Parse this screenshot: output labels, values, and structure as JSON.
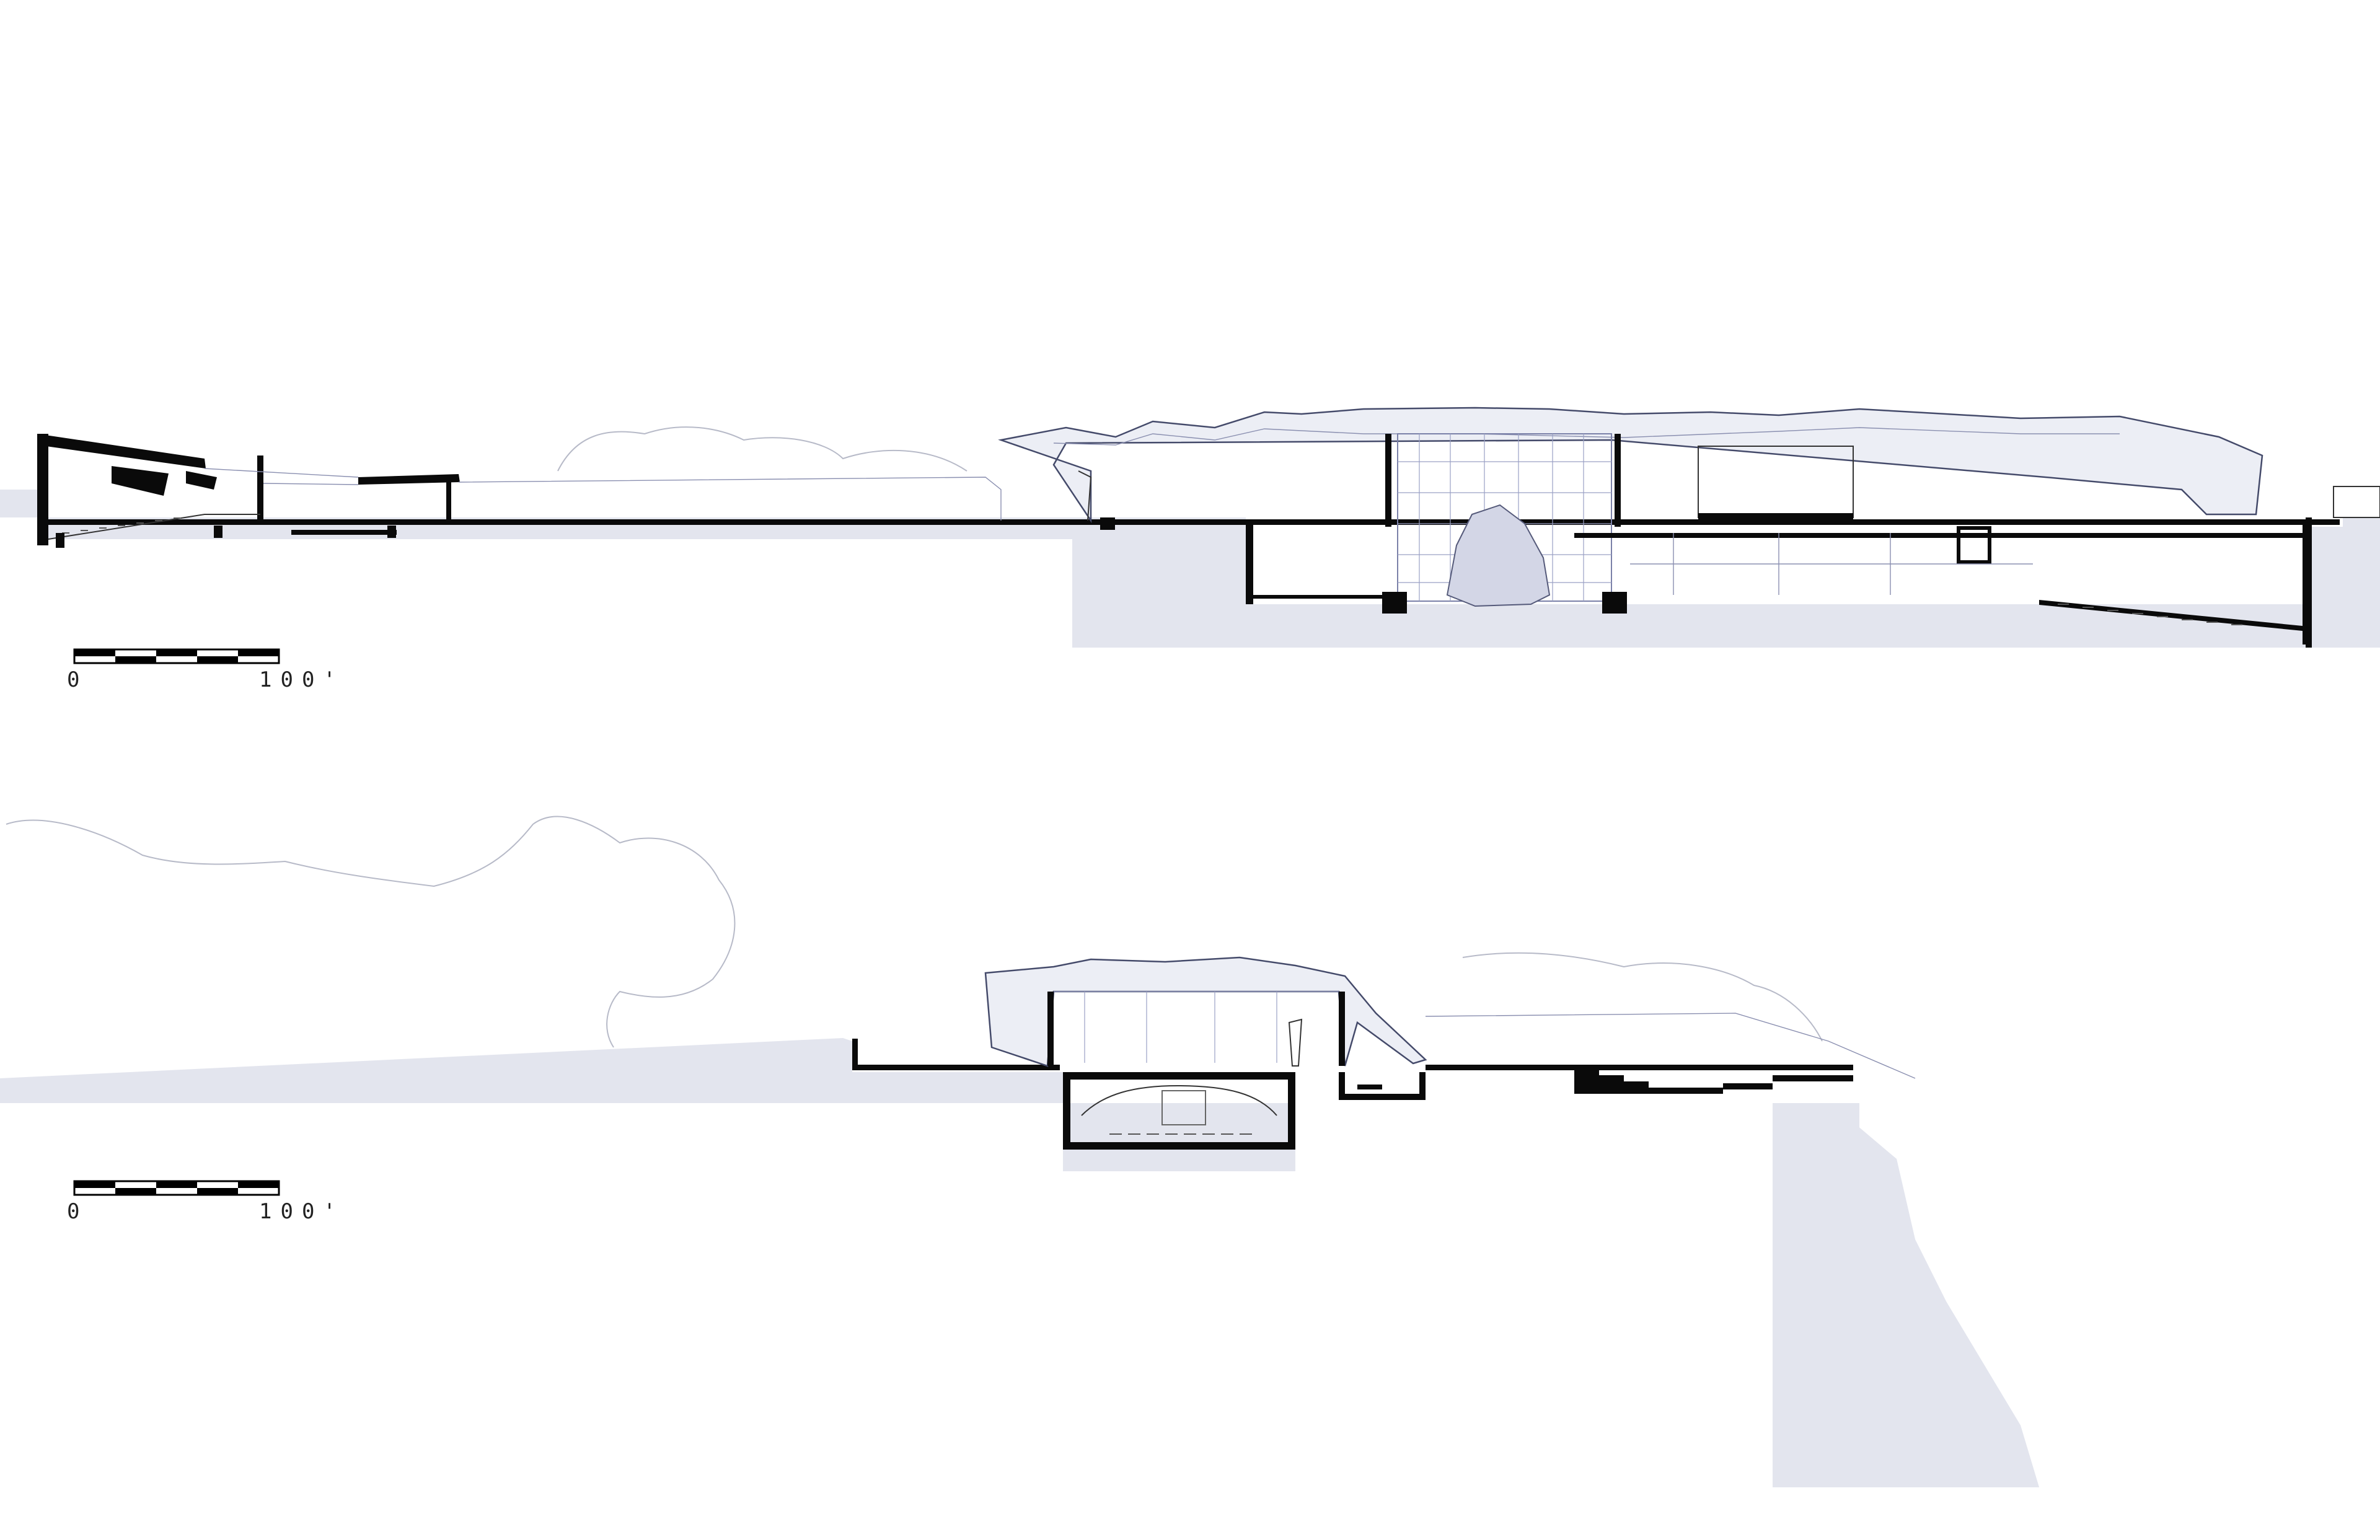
{
  "drawing": {
    "sheets": [
      {
        "id": "section-longitudinal",
        "scale_bar": {
          "start_label": "0",
          "end_label": "100'"
        }
      },
      {
        "id": "section-transverse",
        "scale_bar": {
          "start_label": "0",
          "end_label": "100'"
        }
      }
    ],
    "colors": {
      "ground_fill": "#e3e5ee",
      "cut_wall": "#0a0a0a",
      "glazing_line": "#9aa0c4",
      "roof_fill": "#eceef5",
      "tree_outline": "#b7bac8"
    }
  }
}
